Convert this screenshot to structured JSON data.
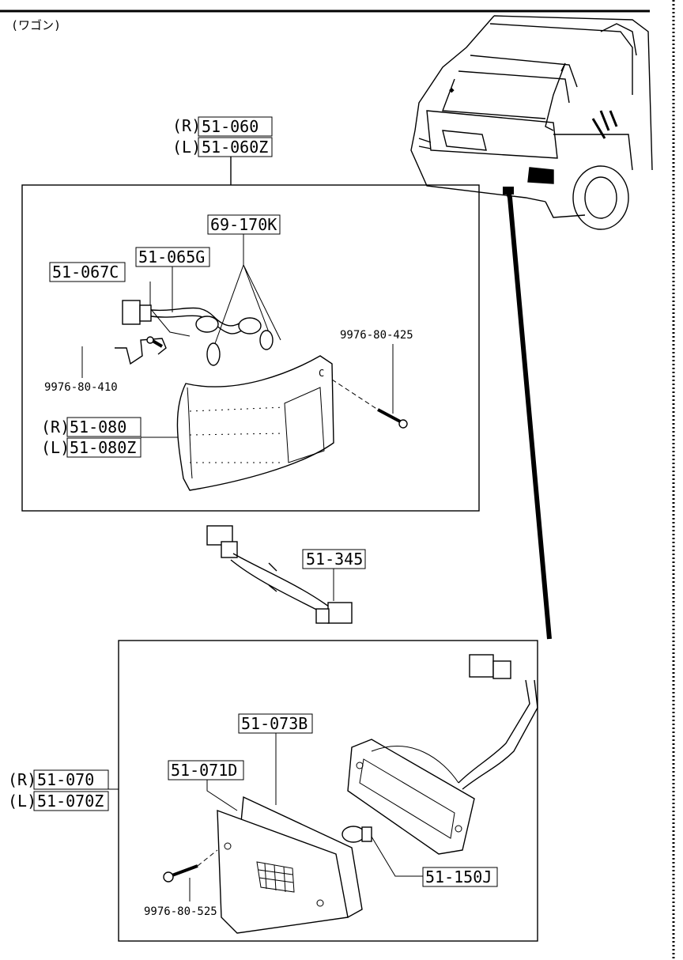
{
  "header_note": "(ワゴン)",
  "top_assembly": {
    "side_right": "(R)",
    "side_left": "(L)",
    "part_right": "51-060",
    "part_left": "51-060Z"
  },
  "top_parts": {
    "bulb": "69-170K",
    "socket_wire": "51-065G",
    "bracket": "51-067C",
    "screw_bracket": "9976-80-410",
    "screw_lens": "9976-80-425",
    "lens_right": "51-080",
    "lens_left": "51-080Z",
    "lens_side_right": "(R)",
    "lens_side_left": "(L)"
  },
  "harness": {
    "part": "51-345"
  },
  "bottom_assembly": {
    "side_right": "(R)",
    "side_left": "(L)",
    "part_right": "51-070",
    "part_left": "51-070Z"
  },
  "bottom_parts": {
    "gasket": "51-073B",
    "lens": "51-071D",
    "bulb": "51-150J",
    "screw": "9976-80-525"
  },
  "lens_mark": "C",
  "icons": [
    "truck-front-icon",
    "lamp-lens-icon",
    "bulb-icon",
    "screw-icon",
    "connector-icon"
  ]
}
